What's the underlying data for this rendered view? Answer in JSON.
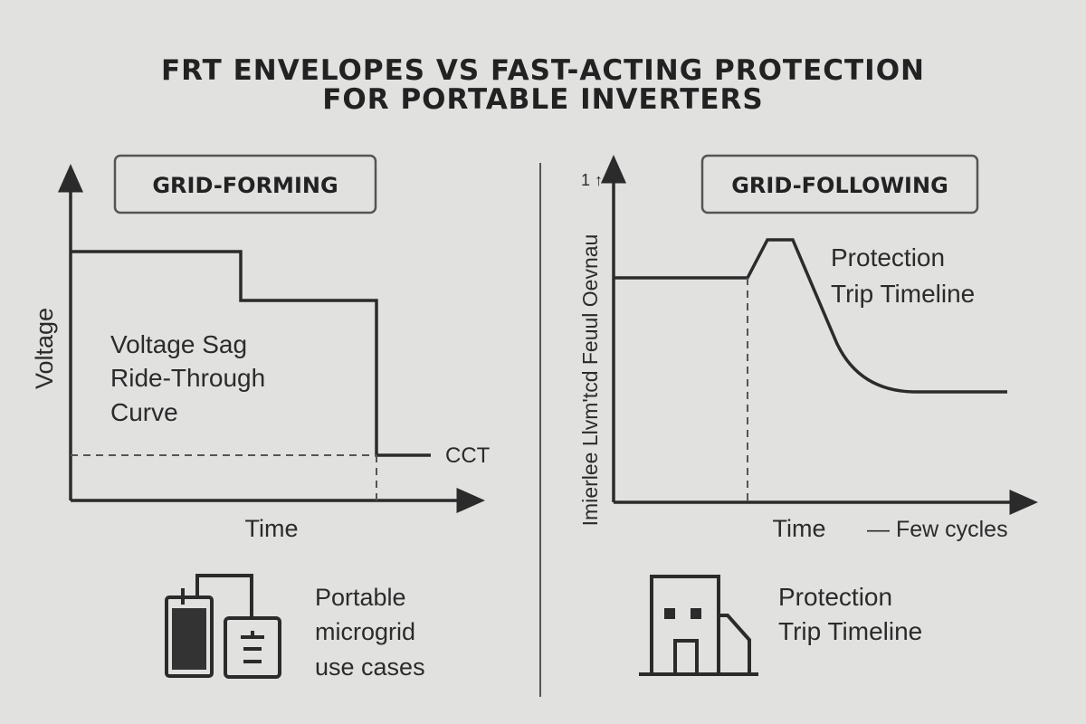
{
  "title": {
    "line1": "FRT ENVELOPES VS FAST-ACTING PROTECTION",
    "line2": "FOR PORTABLE INVERTERS"
  },
  "left_panel": {
    "badge": "GRID-FORMING",
    "y_axis_label": "Voltage",
    "x_axis_label": "Time",
    "curve_label": [
      "Voltage Sag",
      "Ride-Through",
      "Curve"
    ],
    "threshold_label": "CCT",
    "icon": "battery-inverter-icon",
    "caption": [
      "Portable",
      "microgrid",
      "use cases"
    ]
  },
  "right_panel": {
    "badge": "GRID-FOLLOWING",
    "y_axis_label": "Imierlee Llvm'tcd Feuul Oevnau",
    "y_axis_marker": "1 ↑",
    "x_axis_label": "Time",
    "x_axis_note": "— Few cycles",
    "curve_label": [
      "Protection",
      "Trip Timeline"
    ],
    "icon": "building-icon",
    "caption": [
      "Protection",
      "Trip Timeline"
    ]
  },
  "colors": {
    "background": "#e1e1e0",
    "ink": "#2b2b2b"
  }
}
